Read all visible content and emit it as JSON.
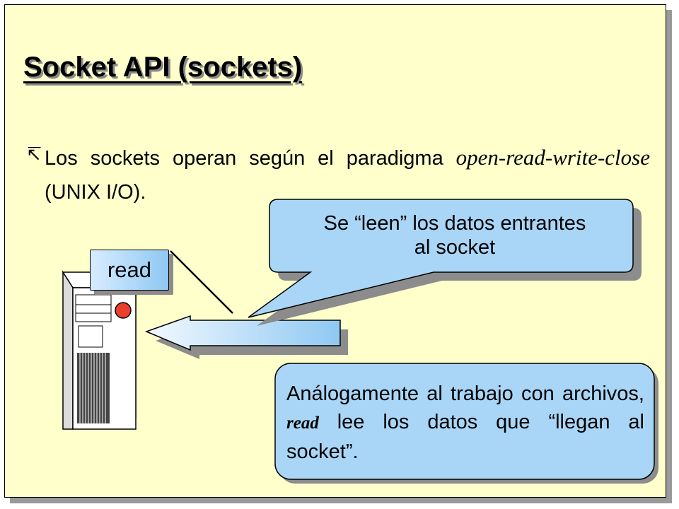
{
  "title": "Socket API (sockets)",
  "bullet": {
    "icon": "bullet-arrow-icon",
    "text_pre": "Los sockets operan según el paradigma ",
    "text_emph": "open-read-write-close",
    "text_post": " (UNIX I/O)."
  },
  "read_label": "read",
  "callout": {
    "line1": "Se “leen” los datos entrantes",
    "line2": "al socket"
  },
  "note": {
    "text_pre": "Análogamente al trabajo con archivos, ",
    "text_emph": "read",
    "text_post": " lee los datos que “llegan al socket”."
  },
  "colors": {
    "slide_bg": "#ffffcc",
    "callout_fill": "#a9d6f7",
    "box_gradient_light": "#d8ecff",
    "box_gradient_dark": "#8fc8f3",
    "led": "#e8402b",
    "shadow": "#8c8c8c"
  }
}
